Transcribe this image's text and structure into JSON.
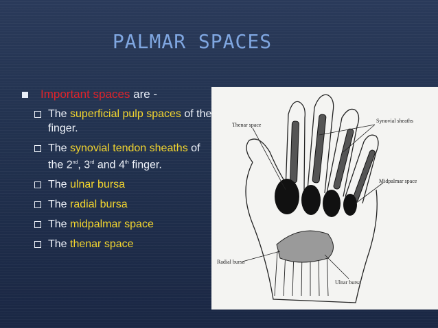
{
  "title": "PALMAR SPACES",
  "main": {
    "heading_highlight": "Important spaces",
    "heading_rest": " are -",
    "items": [
      {
        "pre": "The ",
        "hl": "superficial pulp spaces",
        "post": " of the finger."
      },
      {
        "pre": "The ",
        "hl": "synovial tendon sheaths",
        "post_a": " of the 2",
        "sup1": "nd",
        "post_b": ", 3",
        "sup2": "rd",
        "post_c": " and 4",
        "sup3": "th",
        "post_d": " finger."
      },
      {
        "pre": "The ",
        "hl": "ulnar bursa",
        "post": ""
      },
      {
        "pre": "The ",
        "hl": "radial bursa",
        "post": ""
      },
      {
        "pre": "The ",
        "hl": "midpalmar space",
        "post": ""
      },
      {
        "pre": "The ",
        "hl": "thenar space",
        "post": ""
      }
    ]
  },
  "figure": {
    "labels": {
      "thenar": "Thenar space",
      "synovial": "Synovial sheaths",
      "midpalmar": "Midpalmar space",
      "radial": "Radial bursa",
      "ulnar": "Ulnar bursa"
    }
  },
  "colors": {
    "highlight_red": "#e0232a",
    "highlight_yellow": "#f4d62e",
    "title": "#7fa6e0"
  }
}
